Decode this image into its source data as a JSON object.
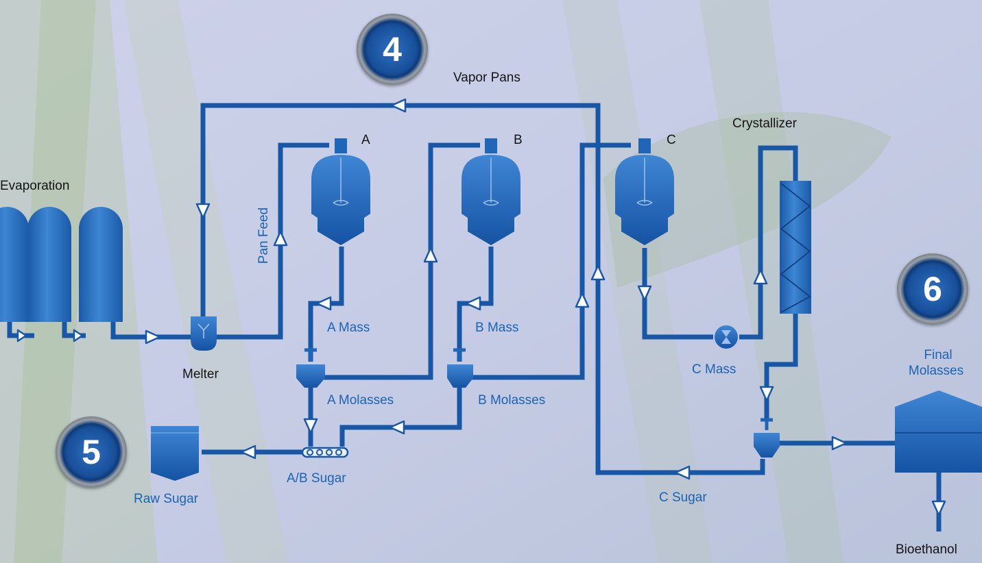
{
  "steps": {
    "four": "4",
    "five": "5",
    "six": "6"
  },
  "labels": {
    "vapor_pans": "Vapor Pans",
    "evaporation": "Evaporation",
    "pan_feed": "Pan Feed",
    "pan_a": "A",
    "pan_b": "B",
    "pan_c": "C",
    "crystallizer": "Crystallizer",
    "melter": "Melter",
    "a_mass": "A Mass",
    "b_mass": "B Mass",
    "a_molasses": "A Molasses",
    "b_molasses": "B Molasses",
    "c_mass": "C Mass",
    "ab_sugar": "A/B Sugar",
    "raw_sugar": "Raw Sugar",
    "c_sugar": "C Sugar",
    "final_molasses_1": "Final",
    "final_molasses_2": "Molasses",
    "bioethanol": "Bioethanol"
  },
  "colors": {
    "pipe": "#1757a6",
    "vessel": "#1f66b8",
    "label_blue": "#1b63b3",
    "label_dark": "#141414"
  }
}
